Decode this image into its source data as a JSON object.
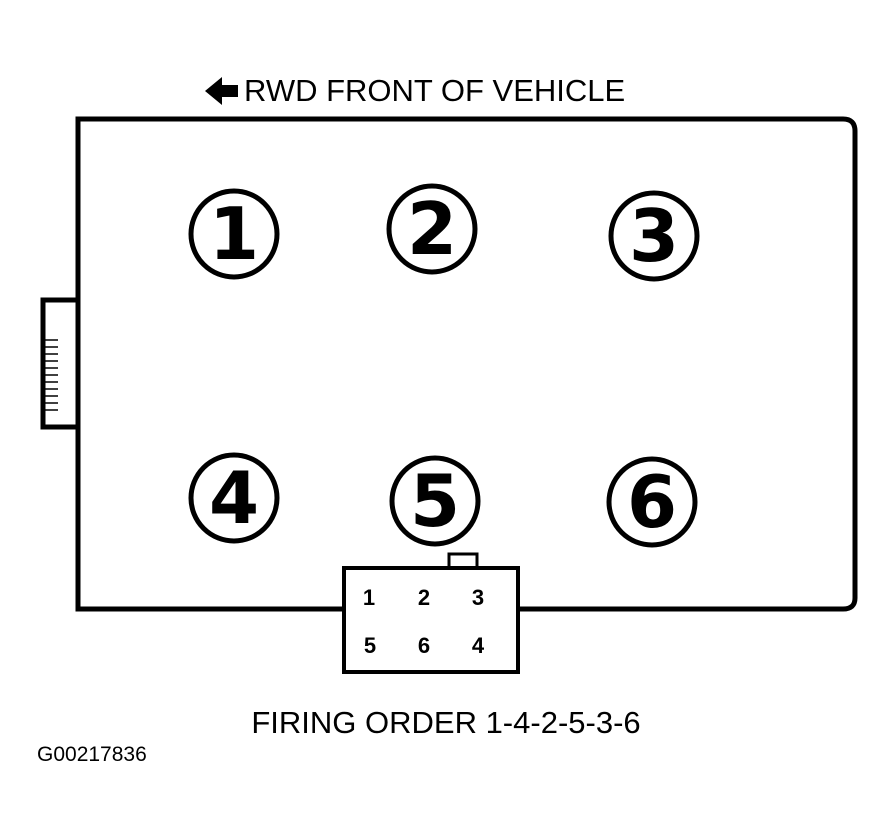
{
  "header": {
    "arrow_icon": "left-arrow-icon",
    "label": "RWD FRONT OF VEHICLE"
  },
  "cylinders": [
    {
      "number": "1"
    },
    {
      "number": "2"
    },
    {
      "number": "3"
    },
    {
      "number": "4"
    },
    {
      "number": "5"
    },
    {
      "number": "6"
    }
  ],
  "connector": {
    "top_row": [
      "1",
      "2",
      "3"
    ],
    "bottom_row": [
      "5",
      "6",
      "4"
    ]
  },
  "firing_order": "FIRING ORDER 1-4-2-5-3-6",
  "figure_code": "G00217836",
  "colors": {
    "ink": "#000000",
    "background": "#ffffff"
  }
}
